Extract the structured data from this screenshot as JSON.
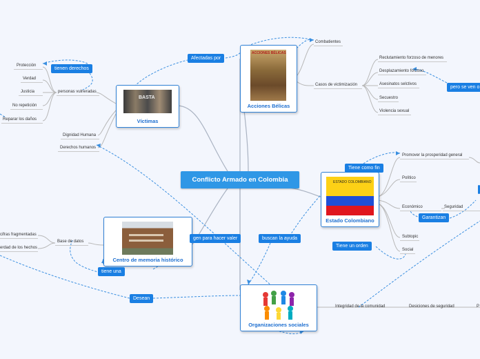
{
  "central": {
    "title": "Conflicto Armado en Colombia"
  },
  "nodes": {
    "victimas": "Víctimas",
    "acciones": "Acciones Bélicas",
    "estado": "Estado Colombiano",
    "memoria": "Centro de memoria histórico",
    "organizaciones": "Organizaciones sociales"
  },
  "images": {
    "acciones_poster": "ACCIONES BÉLICAS",
    "estado_flag": "ESTADO COLOMBIANO",
    "victimas_banner": "BASTA"
  },
  "connectors": {
    "tienen_derechos": "tienen derechos",
    "afectadas_por": "Afectadas por",
    "pero_se_ven": "pero se ven o",
    "tiene_como_fin": "Tiene como fin",
    "garantizan": "Garantizan",
    "tiene_un_orden": "Tiene un orden",
    "buscan_la_ayuda": "buscan la ayuda",
    "gen_para_hacer_valer": "gen para hacer valer",
    "tiene_una": "tiene una",
    "desean": "Desean"
  },
  "labels": {
    "proteccion": "Protección",
    "verdad": "Verdad",
    "justicia": "Justicia",
    "no_repeticion": "No repetición",
    "reparar": "Reparar los daños",
    "personas_vulneradas": "personas vulneradas",
    "dignidad": "Dignidad Humana",
    "derechos_humanos": "Derechos humanos",
    "combatientes": "Combatientes",
    "casos": "Casos de victimización",
    "reclutamiento": "Reclutamiento forzoso de menores",
    "desplazamiento": "Desplazamiento forzoso",
    "asesinatos": "Asesinatos selctivos",
    "secuestro": "Secuestro",
    "violencia": "Violencia sexual",
    "promover": "Promover la prosperidad general",
    "politico": "Político",
    "economico": "Económico",
    "seguridad": "Seguridad",
    "subtopic": "Subtopic",
    "social": "Social",
    "base_datos": "Base de datos",
    "cifras": "cifras fragmentadas",
    "verdad_hechos": "erdad de los hechos",
    "integridad": "Integridad de la comunidad",
    "desiciones": "Desiciones de seguridad",
    "p_cut": "P"
  }
}
